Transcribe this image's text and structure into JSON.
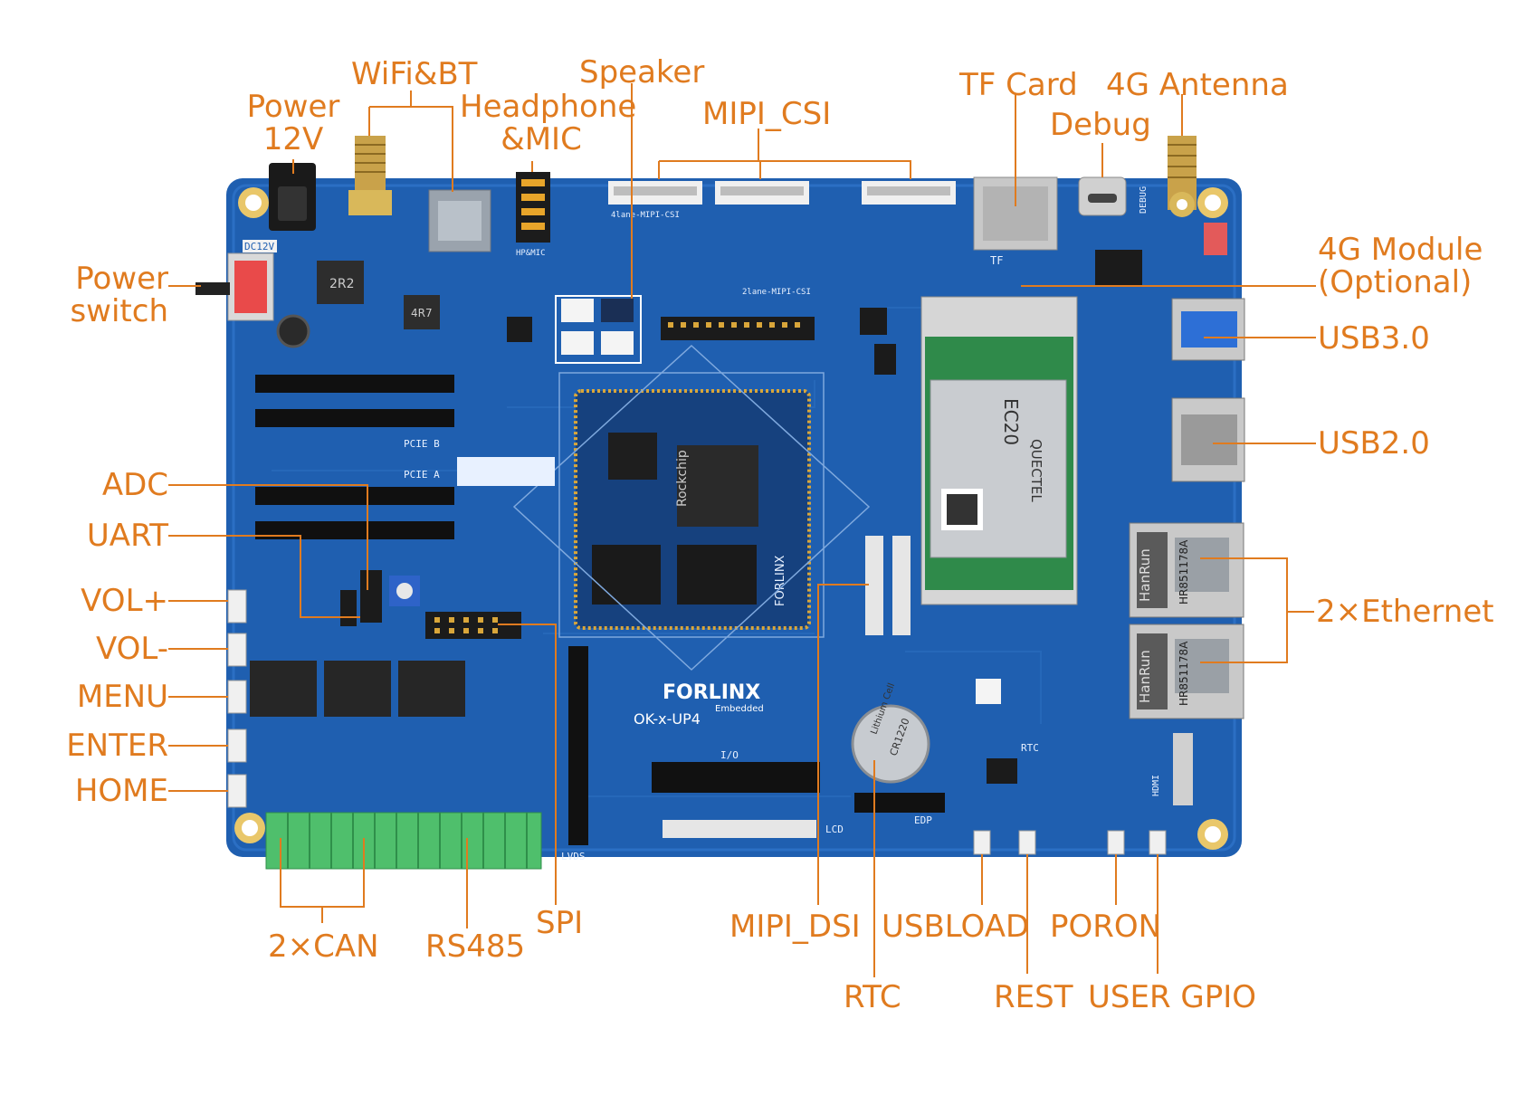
{
  "labels": {
    "power_12v": "Power\n12V",
    "wifi_bt": "WiFi&BT",
    "speaker": "Speaker",
    "headphone_mic": "Headphone\n&MIC",
    "mipi_csi": "MIPI_CSI",
    "tf_card": "TF Card",
    "antenna_4g": "4G Antenna",
    "debug": "Debug",
    "power_switch": "Power\nswitch",
    "module_4g": "4G Module\n(Optional)",
    "usb30": "USB3.0",
    "usb20": "USB2.0",
    "adc": "ADC",
    "uart": "UART",
    "ethernet": "2×Ethernet",
    "vol_plus": "VOL+",
    "vol_minus": "VOL-",
    "menu": "MENU",
    "enter": "ENTER",
    "home": "HOME",
    "can": "2×CAN",
    "rs485": "RS485",
    "spi": "SPI",
    "mipi_dsi": "MIPI_DSI",
    "usbload": "USBLOAD",
    "poron": "PORON",
    "rtc": "RTC",
    "rest": "REST",
    "user_gpio": "USER GPIO"
  },
  "board": {
    "brand": "FORLINX",
    "brand_sub": "Embedded",
    "model": "OK-x-UP4",
    "soc_brand": "Rockchip",
    "module_brand": "FORLINX",
    "modem_brand": "QUECTEL",
    "modem_model": "EC20",
    "eth_brand": "HanRun",
    "eth_part": "HR851178A",
    "battery_text": "Lithium Cell",
    "battery_model": "CR1220",
    "silk_dc12v": "DC12V",
    "silk_tf": "TF",
    "silk_debug": "DEBUG",
    "silk_pcie_b": "PCIE B",
    "silk_pcie_a": "PCIE A",
    "silk_lvds": "LVDS",
    "silk_lcd": "LCD",
    "silk_edp": "EDP",
    "silk_hdmi": "HDMI",
    "silk_io": "I/O",
    "silk_rtc": "RTC",
    "silk_4lane_csi": "4lane-MIPI-CSI",
    "silk_2lane_csi": "2lane-MIPI-CSI",
    "silk_hp_mic": "HP&MIC"
  },
  "colors": {
    "label": "#e07b1f",
    "pcb": "#1f5fb0",
    "pcb_dark": "#174c93",
    "terminal": "#4fbf6c",
    "modem_pcb": "#2f8a4a",
    "gold": "#d9a63a"
  }
}
